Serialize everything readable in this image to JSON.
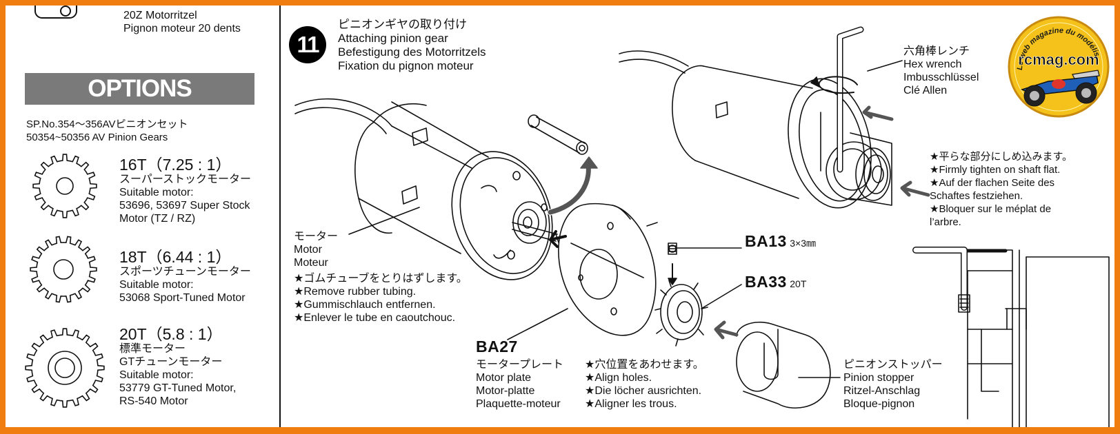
{
  "top_fragment": {
    "lines": [
      "20Z Motorritzel",
      "Pignon moteur 20 dents"
    ]
  },
  "options": {
    "banner": "OPTIONS",
    "set_lines": [
      "SP.No.354～356AVピニオンセット",
      "50354~50356 AV Pinion Gears"
    ],
    "gears": [
      {
        "title": "16T（7.25 : 1）",
        "lines": [
          "スーパーストックモーター",
          "Suitable motor:",
          "53696, 53697 Super Stock",
          "Motor (TZ / RZ)"
        ]
      },
      {
        "title": "18T（6.44 : 1）",
        "lines": [
          "スポーツチューンモーター",
          "Suitable motor:",
          "53068 Sport-Tuned Motor"
        ]
      },
      {
        "title": "20T（5.8 : 1）",
        "lines": [
          "標準モーター",
          "GTチューンモーター",
          "Suitable motor:",
          "53779 GT-Tuned Motor,",
          "RS-540 Motor"
        ]
      }
    ]
  },
  "step": {
    "number": "11",
    "title_lines": [
      "ピニオンギヤの取り付け",
      "Attaching pinion gear",
      "Befestigung des Motorritzels",
      "Fixation du pignon moteur"
    ]
  },
  "labels": {
    "motor": [
      "モーター",
      "Motor",
      "Moteur"
    ],
    "remove_tubing": [
      "★ゴムチューブをとりはずします。",
      "★Remove rubber tubing.",
      "★Gummischlauch entfernen.",
      "★Enlever le tube en caoutchouc."
    ],
    "ba13": {
      "code": "BA13",
      "size": "3×3㎜"
    },
    "ba33": {
      "code": "BA33",
      "size": "20T"
    },
    "ba27": {
      "code": "BA27",
      "lines": [
        "モータープレート",
        "Motor plate",
        "Motor-platte",
        "Plaquette-moteur"
      ]
    },
    "align_holes": [
      "★穴位置をあわせます。",
      "★Align holes.",
      "★Die löcher ausrichten.",
      "★Aligner les trous."
    ],
    "pinion_stopper": [
      "ピニオンストッパー",
      "Pinion stopper",
      "Ritzel-Anschlag",
      "Bloque-pignon"
    ],
    "hex_wrench": [
      "六角棒レンチ",
      "Hex wrench",
      "Imbusschlüssel",
      "Clé Allen"
    ],
    "tighten": [
      "★平らな部分にしめ込みます。",
      "★Firmly tighten on shaft flat.",
      "★Auf der flachen Seite des",
      "Schaftes festziehen.",
      "★Bloquer sur le méplat de",
      "l’arbre."
    ]
  },
  "logo": {
    "name": "rcmag.com",
    "ring_text": "Le web magazine du modélisme"
  },
  "colors": {
    "frame": "#ef7d10",
    "banner": "#7a7a7a",
    "logo_yellow": "#f4c21a"
  }
}
